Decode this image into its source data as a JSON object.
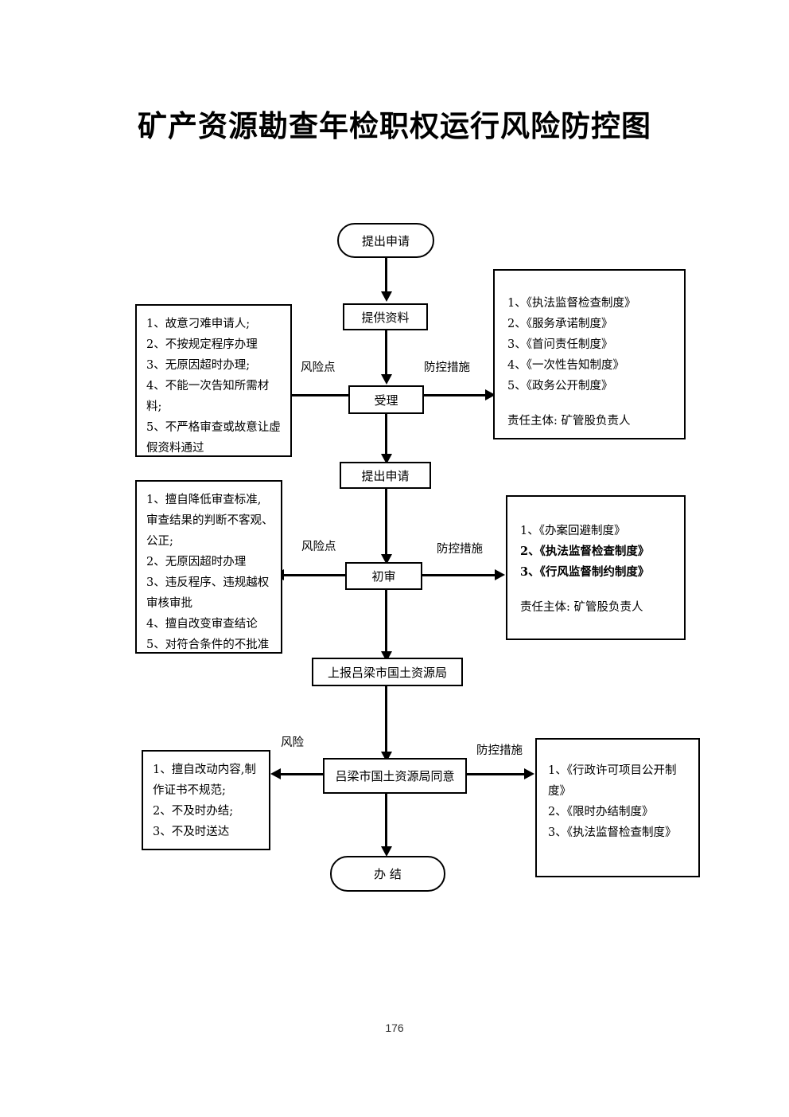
{
  "document": {
    "title": "矿产资源勘查年检职权运行风险防控图",
    "page_number": "176"
  },
  "flow": {
    "nodes": [
      {
        "id": "start",
        "label": "提出申请",
        "shape": "terminal"
      },
      {
        "id": "materials",
        "label": "提供资料",
        "shape": "rect"
      },
      {
        "id": "accept",
        "label": "受理",
        "shape": "rect"
      },
      {
        "id": "apply2",
        "label": "提出申请",
        "shape": "rect"
      },
      {
        "id": "review",
        "label": "初审",
        "shape": "rect"
      },
      {
        "id": "report",
        "label": "上报吕梁市国土资源局",
        "shape": "rect"
      },
      {
        "id": "approve",
        "label": "吕梁市国土资源局同意",
        "shape": "rect"
      },
      {
        "id": "end",
        "label": "办  结",
        "shape": "terminal"
      }
    ]
  },
  "edge_labels": {
    "risk_1": "风险点",
    "measure_1": "防控措施",
    "risk_2": "风险点",
    "measure_2": "防控措施",
    "risk_3": "风险",
    "measure_3": "防控措施"
  },
  "risk_boxes": [
    {
      "id": "risk-box-accept",
      "lines": [
        "1、故意刁难申请人;",
        "2、不按规定程序办理",
        "3、无原因超时办理;",
        "4、不能一次告知所需材",
        "料;",
        "5、不严格审查或故意让虚",
        "假资料通过"
      ]
    },
    {
      "id": "risk-box-review",
      "lines": [
        "1、擅自降低审查标准,",
        "审查结果的判断不客观、",
        "公正;",
        "2、无原因超时办理",
        "3、违反程序、违规越权",
        "审核审批",
        "4、擅自改变审查结论",
        "5、对符合条件的不批准"
      ]
    },
    {
      "id": "risk-box-approve",
      "lines": [
        "1、擅自改动内容,制",
        "作证书不规范;",
        "2、不及时办结;",
        "3、不及时送达"
      ]
    }
  ],
  "measure_boxes": [
    {
      "id": "measure-box-accept",
      "lines": [
        {
          "text": "1、《执法监督检查制度》",
          "bold": false
        },
        {
          "text": "2、《服务承诺制度》",
          "bold": false
        },
        {
          "text": "3、《首问责任制度》",
          "bold": false
        },
        {
          "text": "4、《一次性告知制度》",
          "bold": false
        },
        {
          "text": "5、《政务公开制度》",
          "bold": false
        }
      ],
      "responsible": "责任主体: 矿管股负责人"
    },
    {
      "id": "measure-box-review",
      "lines": [
        {
          "text": "1、《办案回避制度》",
          "bold": false
        },
        {
          "text": "2、《执法监督检查制度》",
          "bold": true
        },
        {
          "text": "3、《行风监督制约制度》",
          "bold": true
        }
      ],
      "responsible": "责任主体: 矿管股负责人"
    },
    {
      "id": "measure-box-approve",
      "lines": [
        {
          "text": "1、《行政许可项目公开制",
          "bold": false
        },
        {
          "text": "度》",
          "bold": false
        },
        {
          "text": "2、《限时办结制度》",
          "bold": false
        },
        {
          "text": "3、《执法监督检查制度》",
          "bold": false
        }
      ],
      "responsible": ""
    }
  ]
}
